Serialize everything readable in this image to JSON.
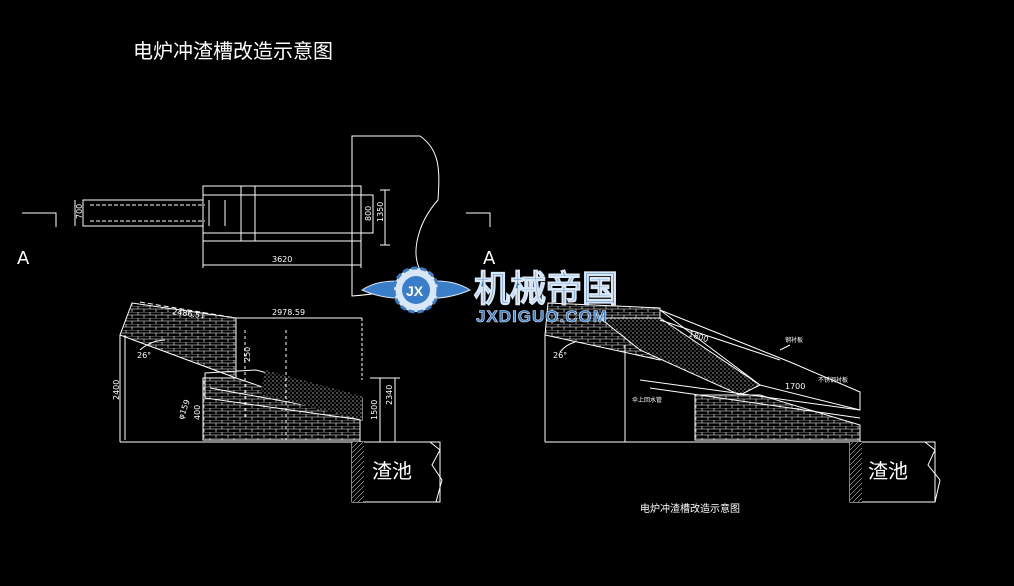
{
  "title": "电炉冲渣槽改造示意图",
  "subtitle": "电炉冲渣槽改造示意图",
  "section_marks": {
    "left": "A",
    "right": "A"
  },
  "plan_view": {
    "dim_width_700": "700",
    "dim_800": "800",
    "dim_1350": "1350",
    "dim_length": "3620"
  },
  "left_section": {
    "dim_2486": "2486.51",
    "dim_2978": "2978.59",
    "dim_2400": "2400",
    "dim_angle": "26°",
    "dim_250": "250",
    "dim_1500": "1500",
    "dim_2340": "2340",
    "dim_159": "φ159",
    "dim_400": "400",
    "pool_label": "渣池"
  },
  "right_section": {
    "dim_1800": "1800",
    "dim_1700": "1700",
    "dim_angle": "26°",
    "note_top": "钢衬板",
    "note_mid": "不锈钢衬板",
    "note_left": "伞上回水管",
    "pool_label": "渣池"
  },
  "watermark": {
    "cn_text": "机械帝国",
    "en_text": "JXDIGUO.COM",
    "emblem_text": "JX"
  },
  "colors": {
    "background": "#000000",
    "line": "#ffffff",
    "logo_blue": "#3a7dc9",
    "logo_light": "#d8e6f5"
  }
}
